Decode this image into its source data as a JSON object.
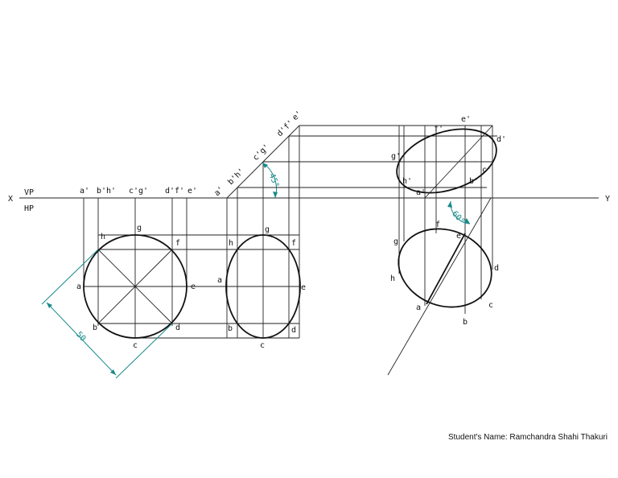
{
  "axis": {
    "x_label": "X",
    "y_label": "Y",
    "vp_label": "VP",
    "hp_label": "HP"
  },
  "view1": {
    "fv_labels": [
      "a'",
      "b'h'",
      "c'g'",
      "d'f'",
      "e'"
    ],
    "tv_labels": [
      "a",
      "b",
      "c",
      "d",
      "e",
      "f",
      "g",
      "h"
    ],
    "dimension": "50"
  },
  "view2": {
    "fv_labels": [
      "a'",
      "b'h'",
      "c'g'",
      "d'f'",
      "e'"
    ],
    "tv_labels": [
      "a",
      "b",
      "c",
      "d",
      "e",
      "f",
      "g",
      "h"
    ],
    "angle": "45°"
  },
  "view3": {
    "fv_labels": [
      "a'",
      "b'",
      "c'",
      "d'",
      "e'",
      "f'",
      "g'",
      "h'"
    ],
    "tv_labels": [
      "a",
      "b",
      "c",
      "d",
      "e",
      "f",
      "g",
      "h"
    ],
    "angle": "60°"
  },
  "footer": {
    "student_name": "Student's Name: Ramchandra Shahi Thakuri"
  },
  "colors": {
    "line": "#111111",
    "dimension": "#1a8a8a",
    "background": "#ffffff"
  }
}
